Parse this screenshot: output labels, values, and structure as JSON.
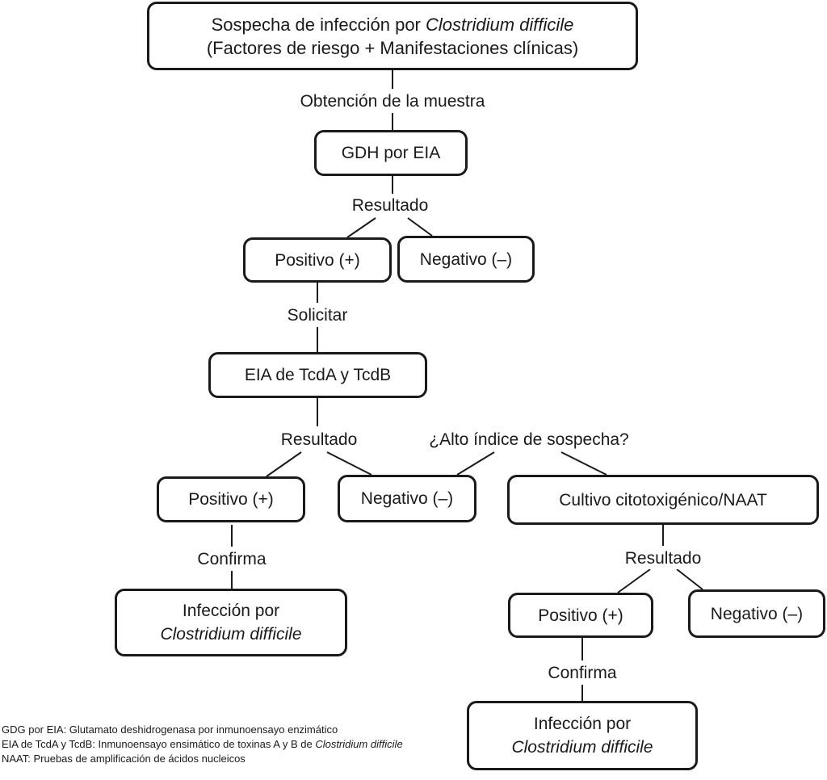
{
  "nodes": {
    "suspicion": {
      "line1_prefix": "Sospecha de infección por ",
      "line1_organism": "Clostridium difficile",
      "line2": "(Factores de riesgo + Manifestaciones clínicas)"
    },
    "gdh": "GDH por EIA",
    "gdh_positive": "Positivo (+)",
    "gdh_negative": "Negativo (–)",
    "eia_toxins": "EIA de TcdA y TcdB",
    "eia_positive": "Positivo (+)",
    "eia_negative": "Negativo (–)",
    "culture": "Cultivo citotoxigénico/NAAT",
    "infection_left": {
      "line1": "Infección por",
      "line2": "Clostridium difficile"
    },
    "culture_positive": "Positivo (+)",
    "culture_negative": "Negativo (–)",
    "infection_right": {
      "line1": "Infección por",
      "line2": "Clostridium difficile"
    }
  },
  "labels": {
    "sample": "Obtención de la muestra",
    "result_gdh": "Resultado",
    "request": "Solicitar",
    "result_eia": "Resultado",
    "high_suspicion": "¿Alto índice de sospecha?",
    "confirm_left": "Confirma",
    "result_culture": "Resultado",
    "confirm_right": "Confirma"
  },
  "legend": {
    "gdg": "GDG por EIA: Glutamato deshidrogenasa por inmunoensayo enzimático",
    "eia_prefix": "EIA de TcdA y TcdB: Inmunoensayo ensimático de toxinas A y B de ",
    "eia_organism": "Clostridium difficile",
    "naat": "NAAT: Pruebas de amplificación de ácidos nucleicos"
  }
}
